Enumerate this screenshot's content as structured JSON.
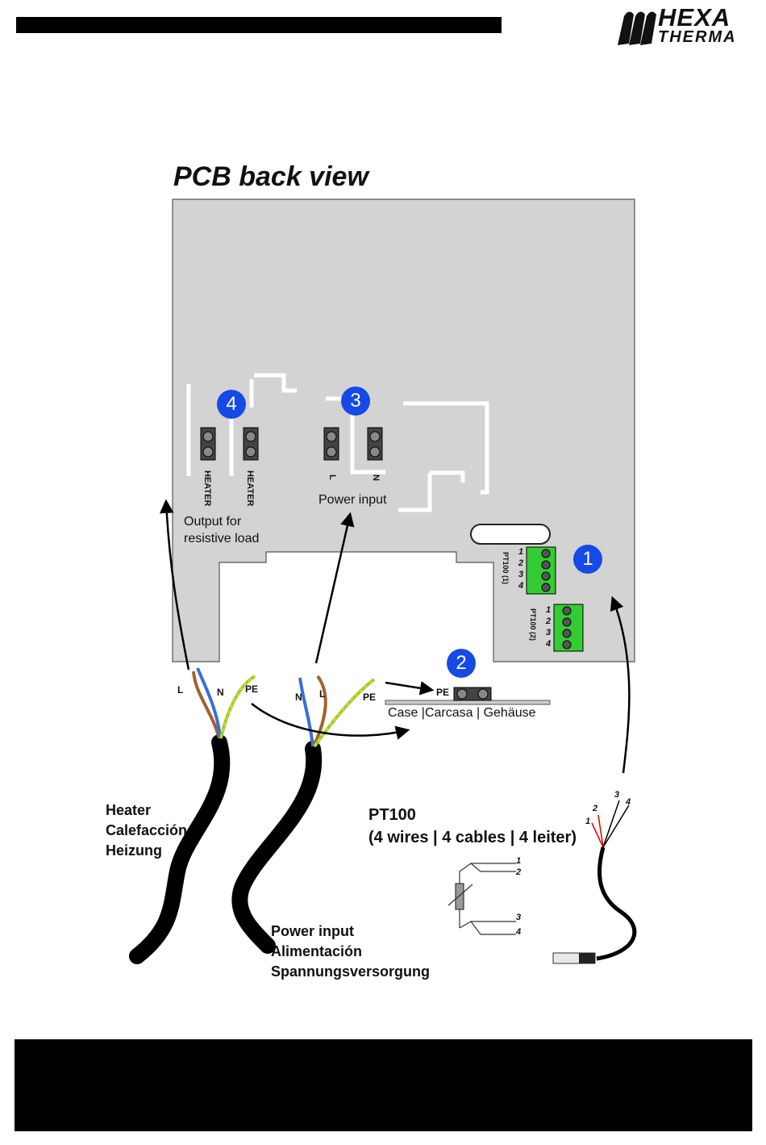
{
  "brand": {
    "line1": "HEXA",
    "line2": "THERMA"
  },
  "title": "PCB back view",
  "badges": [
    "1",
    "2",
    "3",
    "4"
  ],
  "board": {
    "heater_label": "HEATER",
    "output_line1": "Output for",
    "output_line2": "resistive load",
    "power_L": "L",
    "power_N": "N",
    "power_input": "Power input",
    "pt100_1": "PT100 (1)",
    "pt100_2": "PT100 (2)",
    "pins": [
      "1",
      "2",
      "3",
      "4"
    ]
  },
  "wires": {
    "heater": [
      "L",
      "N",
      "PE"
    ],
    "power": [
      "N",
      "L",
      "PE"
    ],
    "pe_terminal": "PE"
  },
  "case_label": "Case |Carcasa | Gehäuse",
  "heater_cable": [
    "Heater",
    "Calefacción",
    "Heizung"
  ],
  "power_cable": [
    "Power input",
    "Alimentación",
    "Spannungsversorgung"
  ],
  "pt100": {
    "title": "PT100",
    "subtitle": "(4 wires | 4 cables | 4 leiter)"
  },
  "colors": {
    "board": "#d3d3d3",
    "badge": "#1649e6",
    "terminal": "#33cc33",
    "wire_brown": "#a0622d",
    "wire_blue": "#3a6fd8",
    "wire_green": "#9acd32"
  }
}
